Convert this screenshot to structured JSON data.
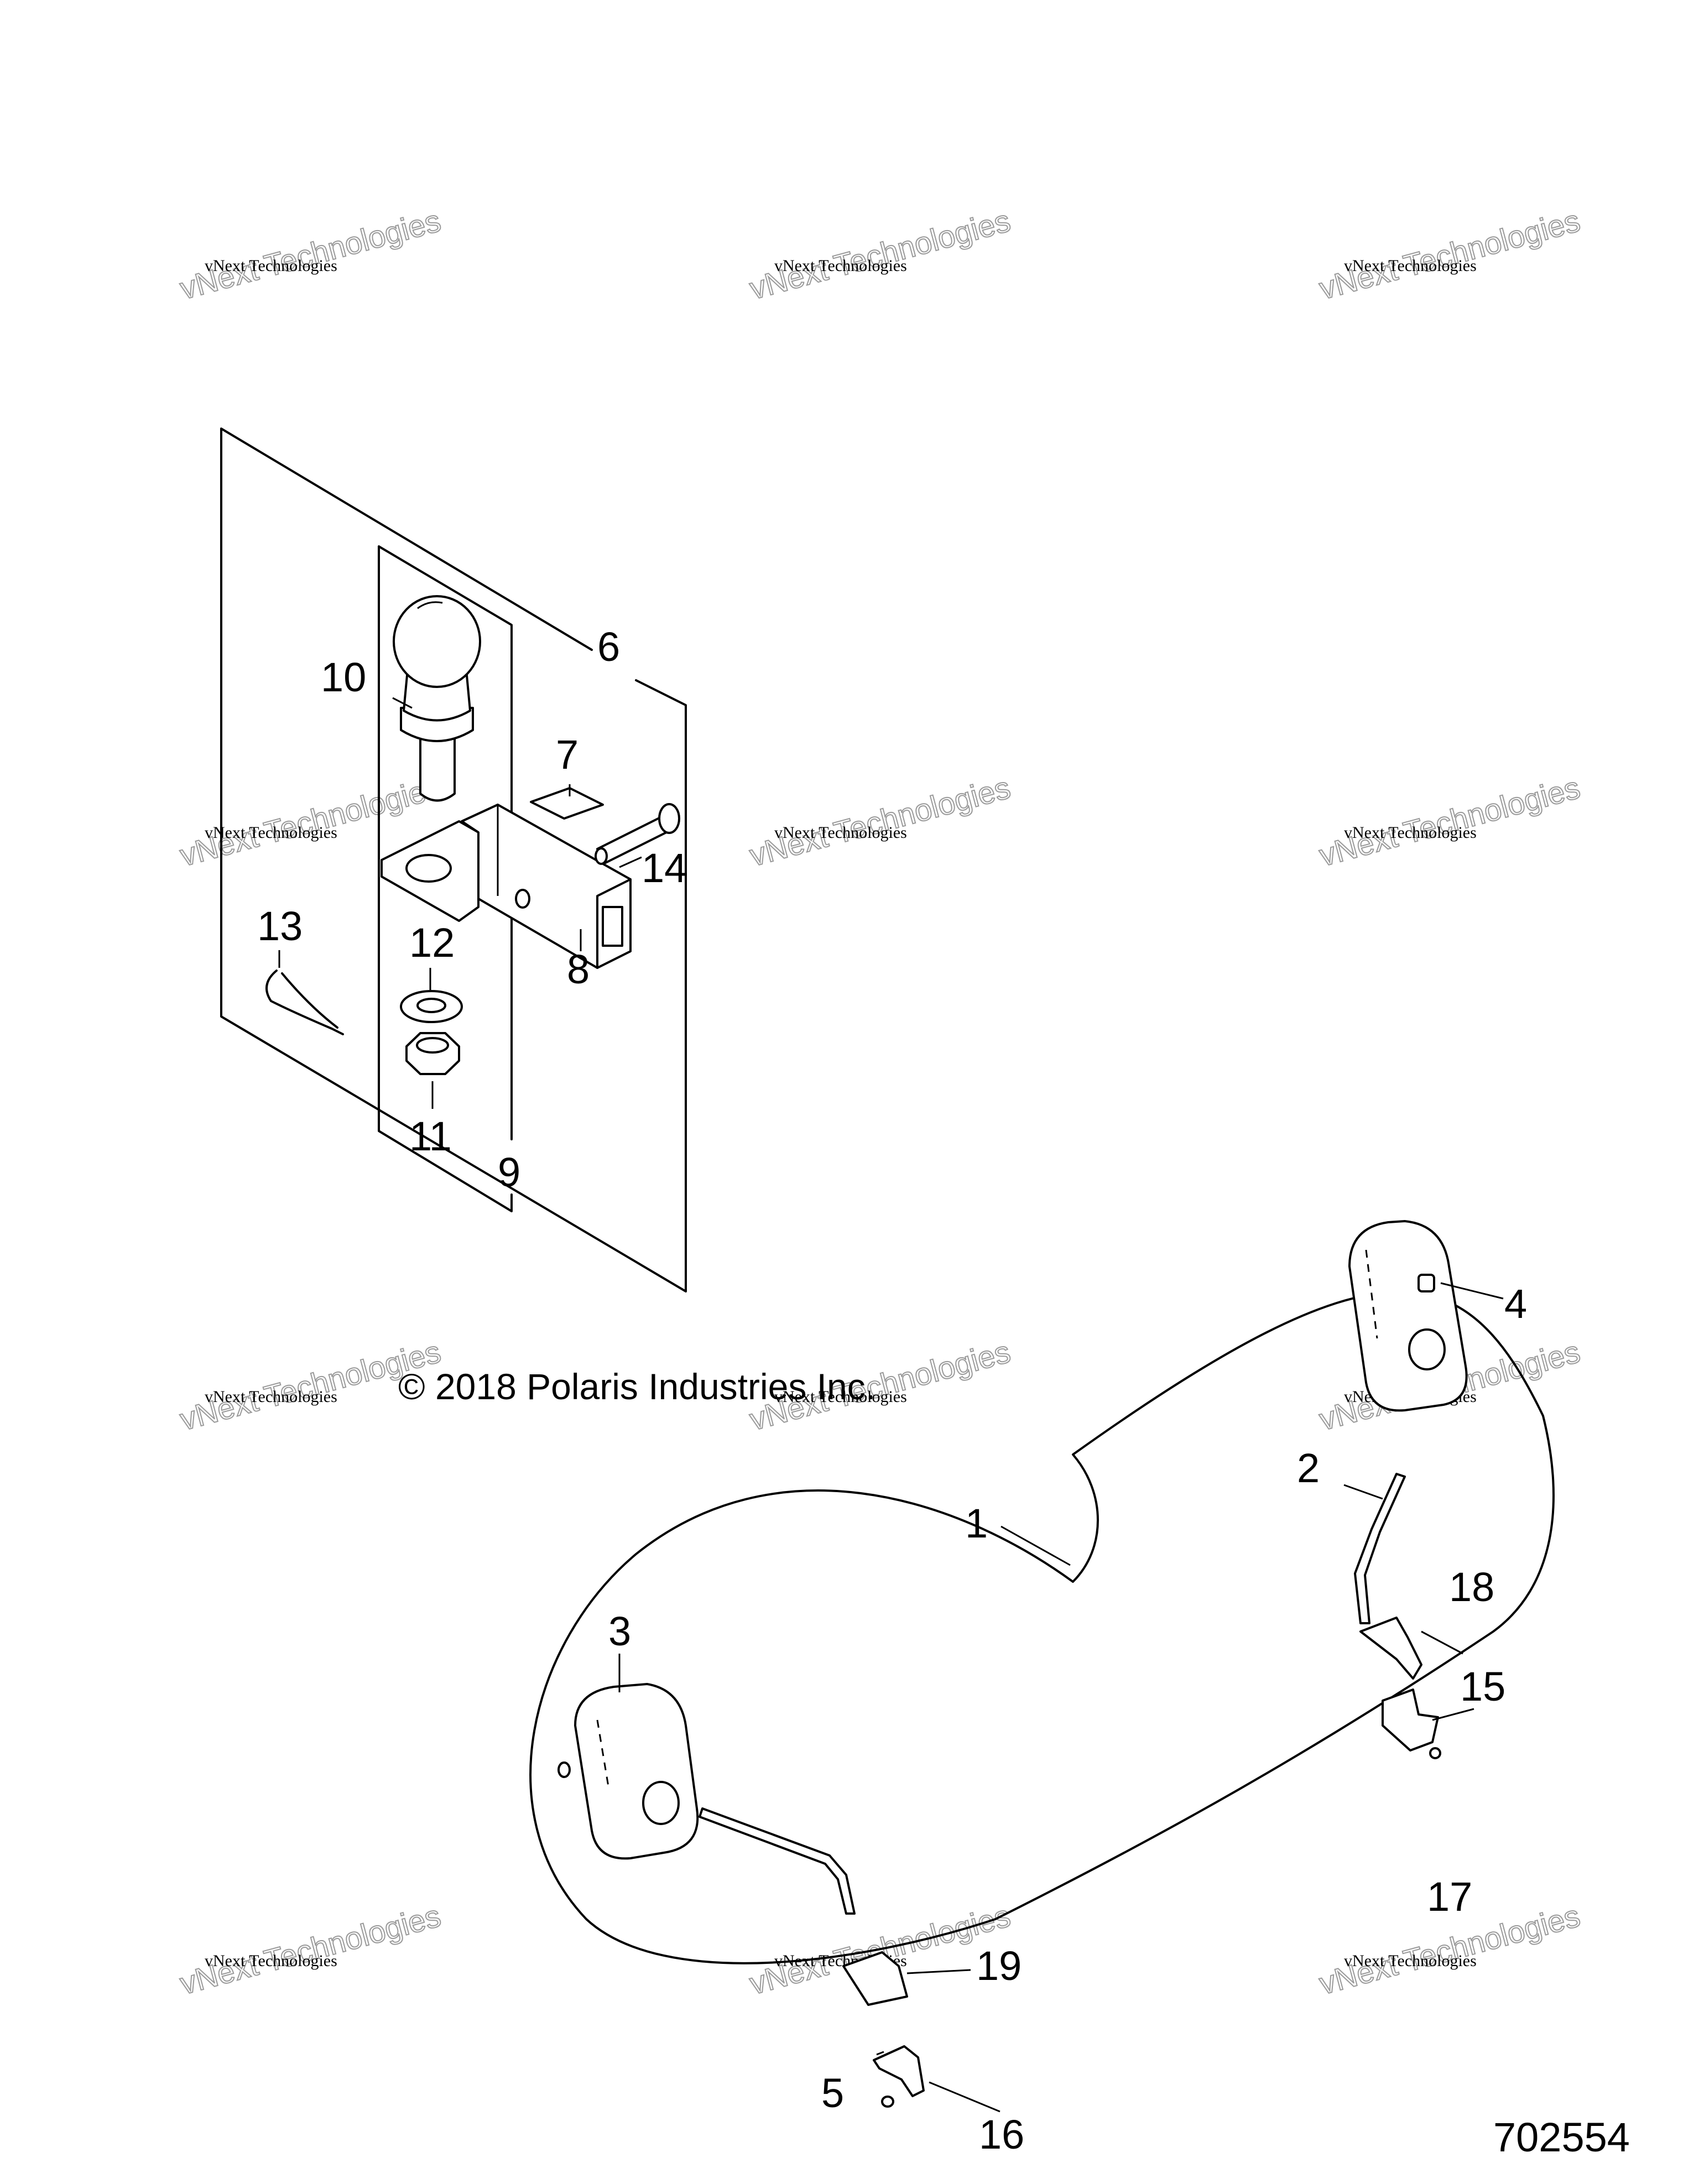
{
  "copyright": "© 2018 Polaris Industries Inc.",
  "figure_number": "702554",
  "watermark": {
    "line1": "vNext Technologies",
    "line2": "vNext Technologies"
  },
  "callouts": {
    "c1": "1",
    "c2": "2",
    "c3": "3",
    "c4": "4",
    "c5": "5",
    "c6": "6",
    "c7": "7",
    "c8": "8",
    "c9": "9",
    "c10": "10",
    "c11": "11",
    "c12": "12",
    "c13": "13",
    "c14": "14",
    "c15": "15",
    "c16": "16",
    "c17": "17",
    "c18": "18",
    "c19": "19"
  }
}
